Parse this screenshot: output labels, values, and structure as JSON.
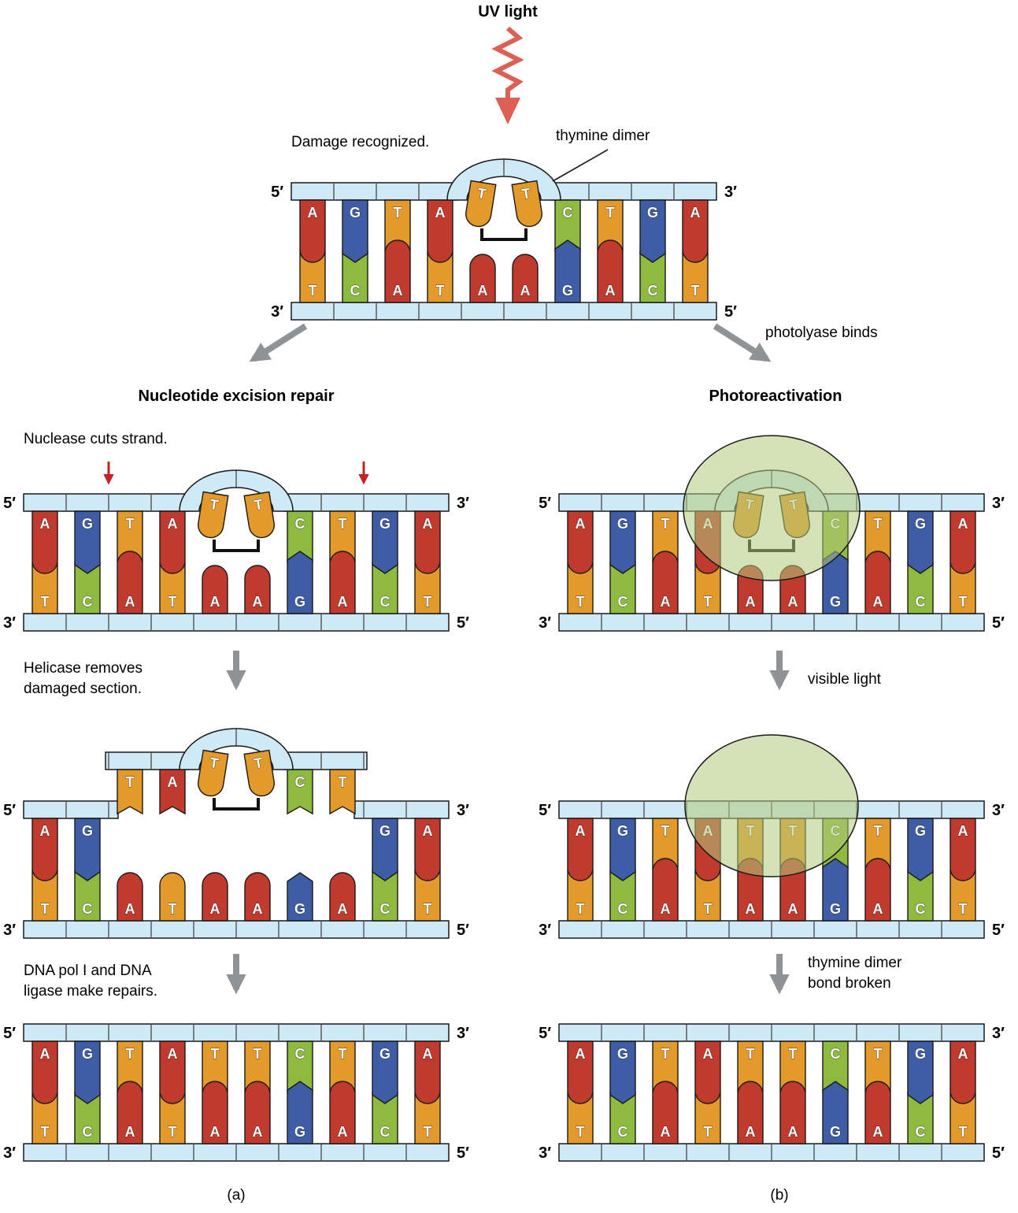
{
  "labels": {
    "uv_light": "UV light",
    "damage_recognized": "Damage recognized.",
    "thymine_dimer": "thymine dimer",
    "photolyase_binds": "photolyase binds",
    "ner_title": "Nucleotide excision repair",
    "photoreactivation_title": "Photoreactivation",
    "nuclease_cuts": "Nuclease cuts strand.",
    "helicase_line1": "Helicase removes",
    "helicase_line2": "damaged section.",
    "dna_pol_line1": "DNA pol I and DNA",
    "dna_pol_line2": "ligase make repairs.",
    "visible_light": "visible light",
    "dimer_broken_line1": "thymine dimer",
    "dimer_broken_line2": "bond broken",
    "panel_a": "(a)",
    "panel_b": "(b)"
  },
  "strand_ends": {
    "five": "5′",
    "three": "3′"
  },
  "colors": {
    "A": "#c13a2e",
    "T": "#e39a2b",
    "G": "#3f5ca6",
    "C": "#8fba40",
    "backbone": "#cfe9f6",
    "outline": "#1a1a1a",
    "arrow_gray": "#909396",
    "uv_red": "#dd6055",
    "cut_red": "#c32222",
    "enzyme_fill": "#b3c87a",
    "bond_black": "#111111"
  },
  "sequence": {
    "top": [
      "A",
      "G",
      "T",
      "A",
      "T",
      "T",
      "C",
      "T",
      "G",
      "A"
    ],
    "bottom": [
      "T",
      "C",
      "A",
      "T",
      "A",
      "A",
      "G",
      "A",
      "C",
      "T"
    ]
  },
  "ladders": [
    {
      "id": "ladder-damage",
      "mode": "dimer",
      "dimer_cols": [
        4,
        5
      ]
    },
    {
      "id": "ladder-ner-cut",
      "mode": "dimer",
      "dimer_cols": [
        4,
        5
      ]
    },
    {
      "id": "ladder-ner-excised",
      "mode": "excised",
      "dimer_cols": [
        4,
        5
      ],
      "excised_cols": [
        2,
        7
      ]
    },
    {
      "id": "ladder-ner-repaired",
      "mode": "flat"
    },
    {
      "id": "ladder-photo-bound",
      "mode": "dimer",
      "dimer_cols": [
        4,
        5
      ],
      "enzyme": true
    },
    {
      "id": "ladder-photo-light",
      "mode": "flat",
      "enzyme": true
    },
    {
      "id": "ladder-photo-repaired",
      "mode": "flat"
    }
  ]
}
